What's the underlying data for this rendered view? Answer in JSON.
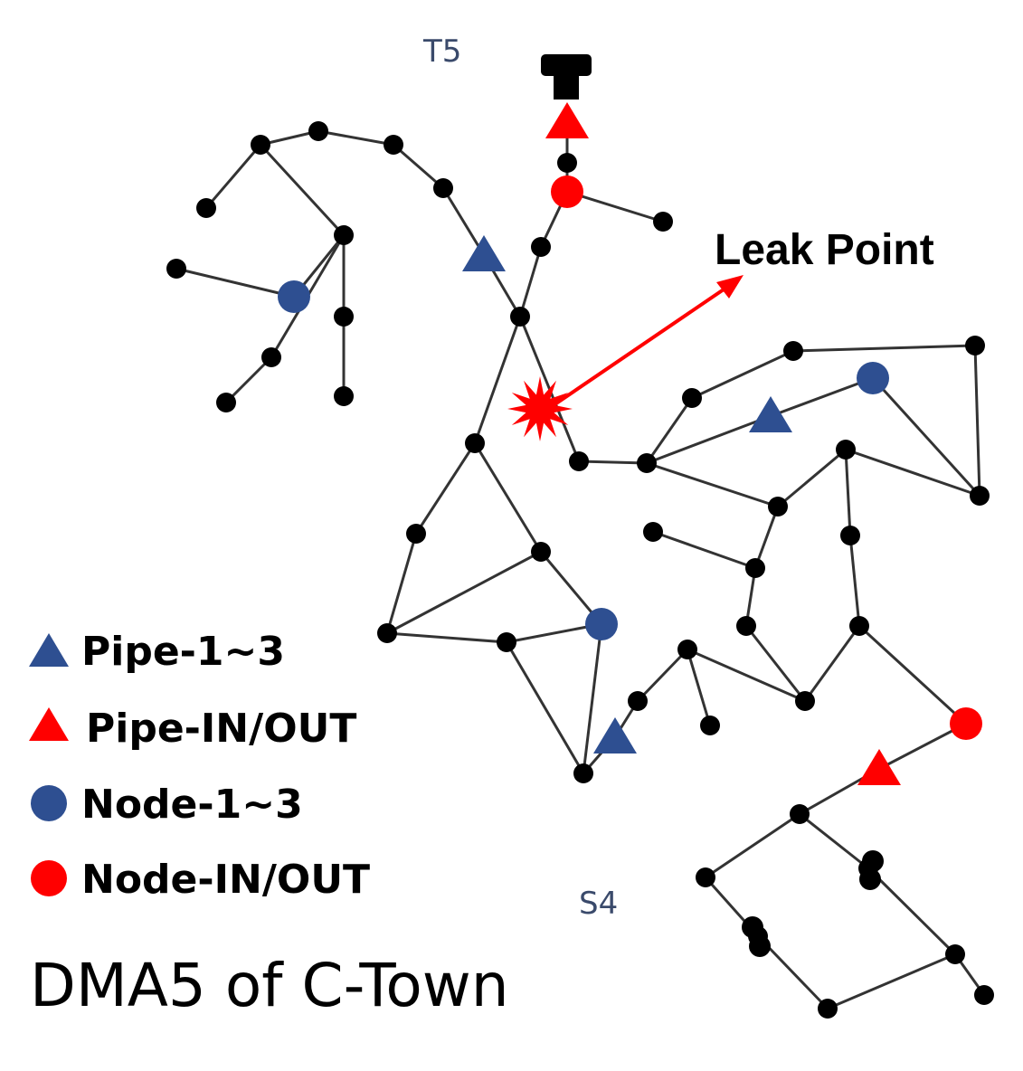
{
  "labels": {
    "tank": "T5",
    "source": "S4",
    "leak": "Leak Point",
    "title": "DMA5 of C-Town"
  },
  "legend": [
    {
      "key": "pipe_1_3",
      "label": "Pipe-1~3",
      "shape": "triangle",
      "color": "#2e4f91"
    },
    {
      "key": "pipe_in_out",
      "label": "Pipe-IN/OUT",
      "shape": "triangle",
      "color": "#ff0000"
    },
    {
      "key": "node_1_3",
      "label": "Node-1~3",
      "shape": "circle",
      "color": "#2e4f91"
    },
    {
      "key": "node_in_out",
      "label": "Node-IN/OUT",
      "shape": "circle",
      "color": "#ff0000"
    }
  ],
  "colors": {
    "junction": "#000000",
    "pipe": "#333333",
    "label_blue": "#3a4a6b",
    "leak": "#ff0000"
  }
}
